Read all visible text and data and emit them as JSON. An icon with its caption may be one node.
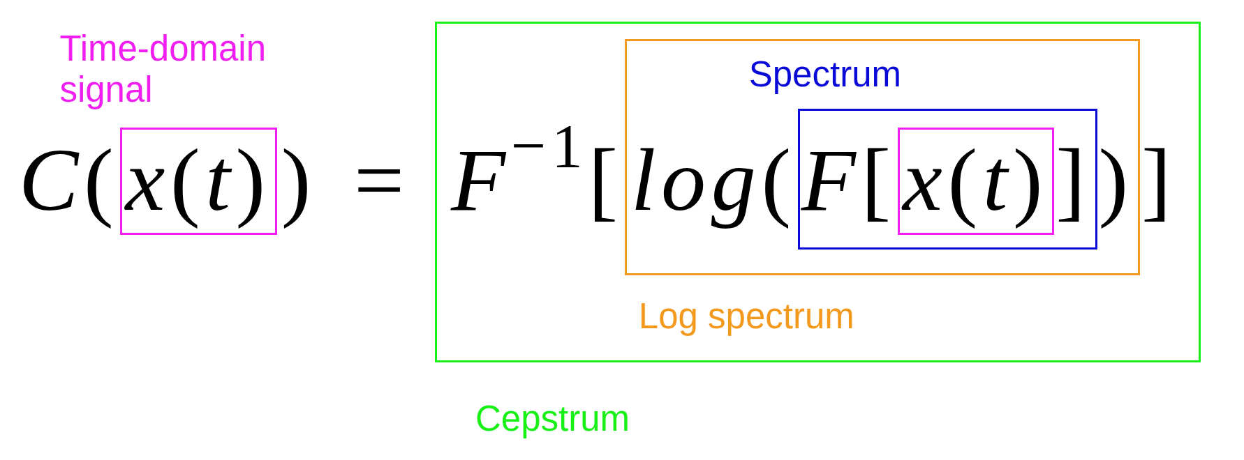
{
  "diagram": {
    "nodes": [
      {
        "text": [
          "Time-domain signal",
          "*x*(*t*)"
        ]
      },
      {
        "text": [
          "*F*$^{−1}$[",
          "]",
          "Cepstrum"
        ]
      },
      {
        "text": [
          "*log*(",
          ")",
          "Log spectrum"
        ],
        "in": 1
      },
      {
        "text": [
          "Spectrum",
          "*F*[",
          "]"
        ],
        "in": 2
      },
      {
        "text": [
          "*x*(*t*)"
        ],
        "in": 3
      }
    ],
    "edges": [],
    "labels": [
      "*C*(",
      ")",
      "="
    ]
  }
}
